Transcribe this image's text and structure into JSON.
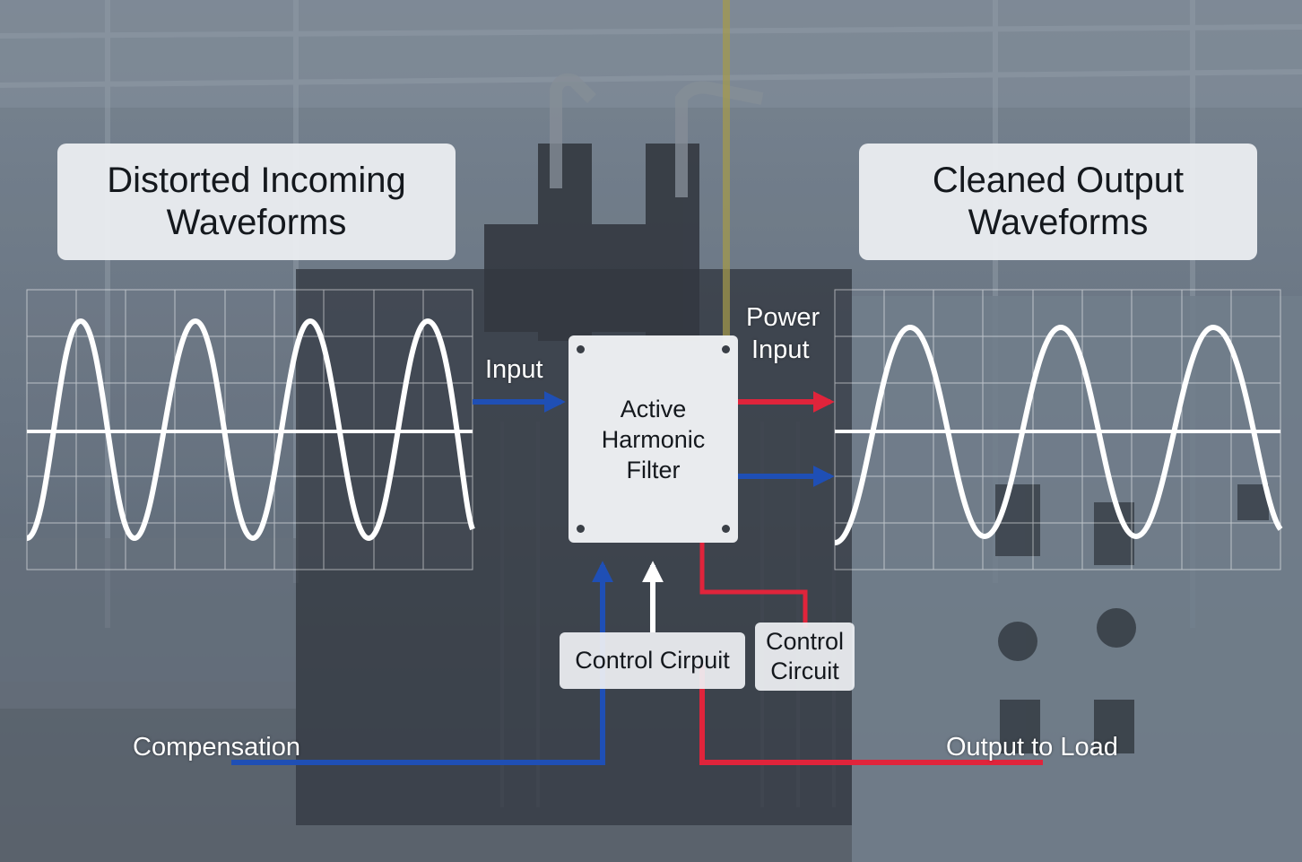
{
  "left_panel": {
    "title_line1": "Distorted Incoming",
    "title_line2": "Waveforms"
  },
  "right_panel": {
    "title_line1": "Cleaned Output",
    "title_line2": "Waveforms"
  },
  "filter": {
    "line1": "Active",
    "line2": "Harmonic",
    "line3": "Filter"
  },
  "labels": {
    "input": "Input",
    "power_input_line1": "Power",
    "power_input_line2": "Input",
    "control_cirpuit": "Control Cirpuit",
    "control_circuit_line1": "Control",
    "control_circuit_line2": "Circuit",
    "compensation": "Compensation",
    "output_to_load": "Output to Load"
  },
  "colors": {
    "blue_line": "#1f4fb5",
    "red_line": "#e0243b",
    "white_line": "#ffffff",
    "panel_bg": "#eef0f3"
  }
}
